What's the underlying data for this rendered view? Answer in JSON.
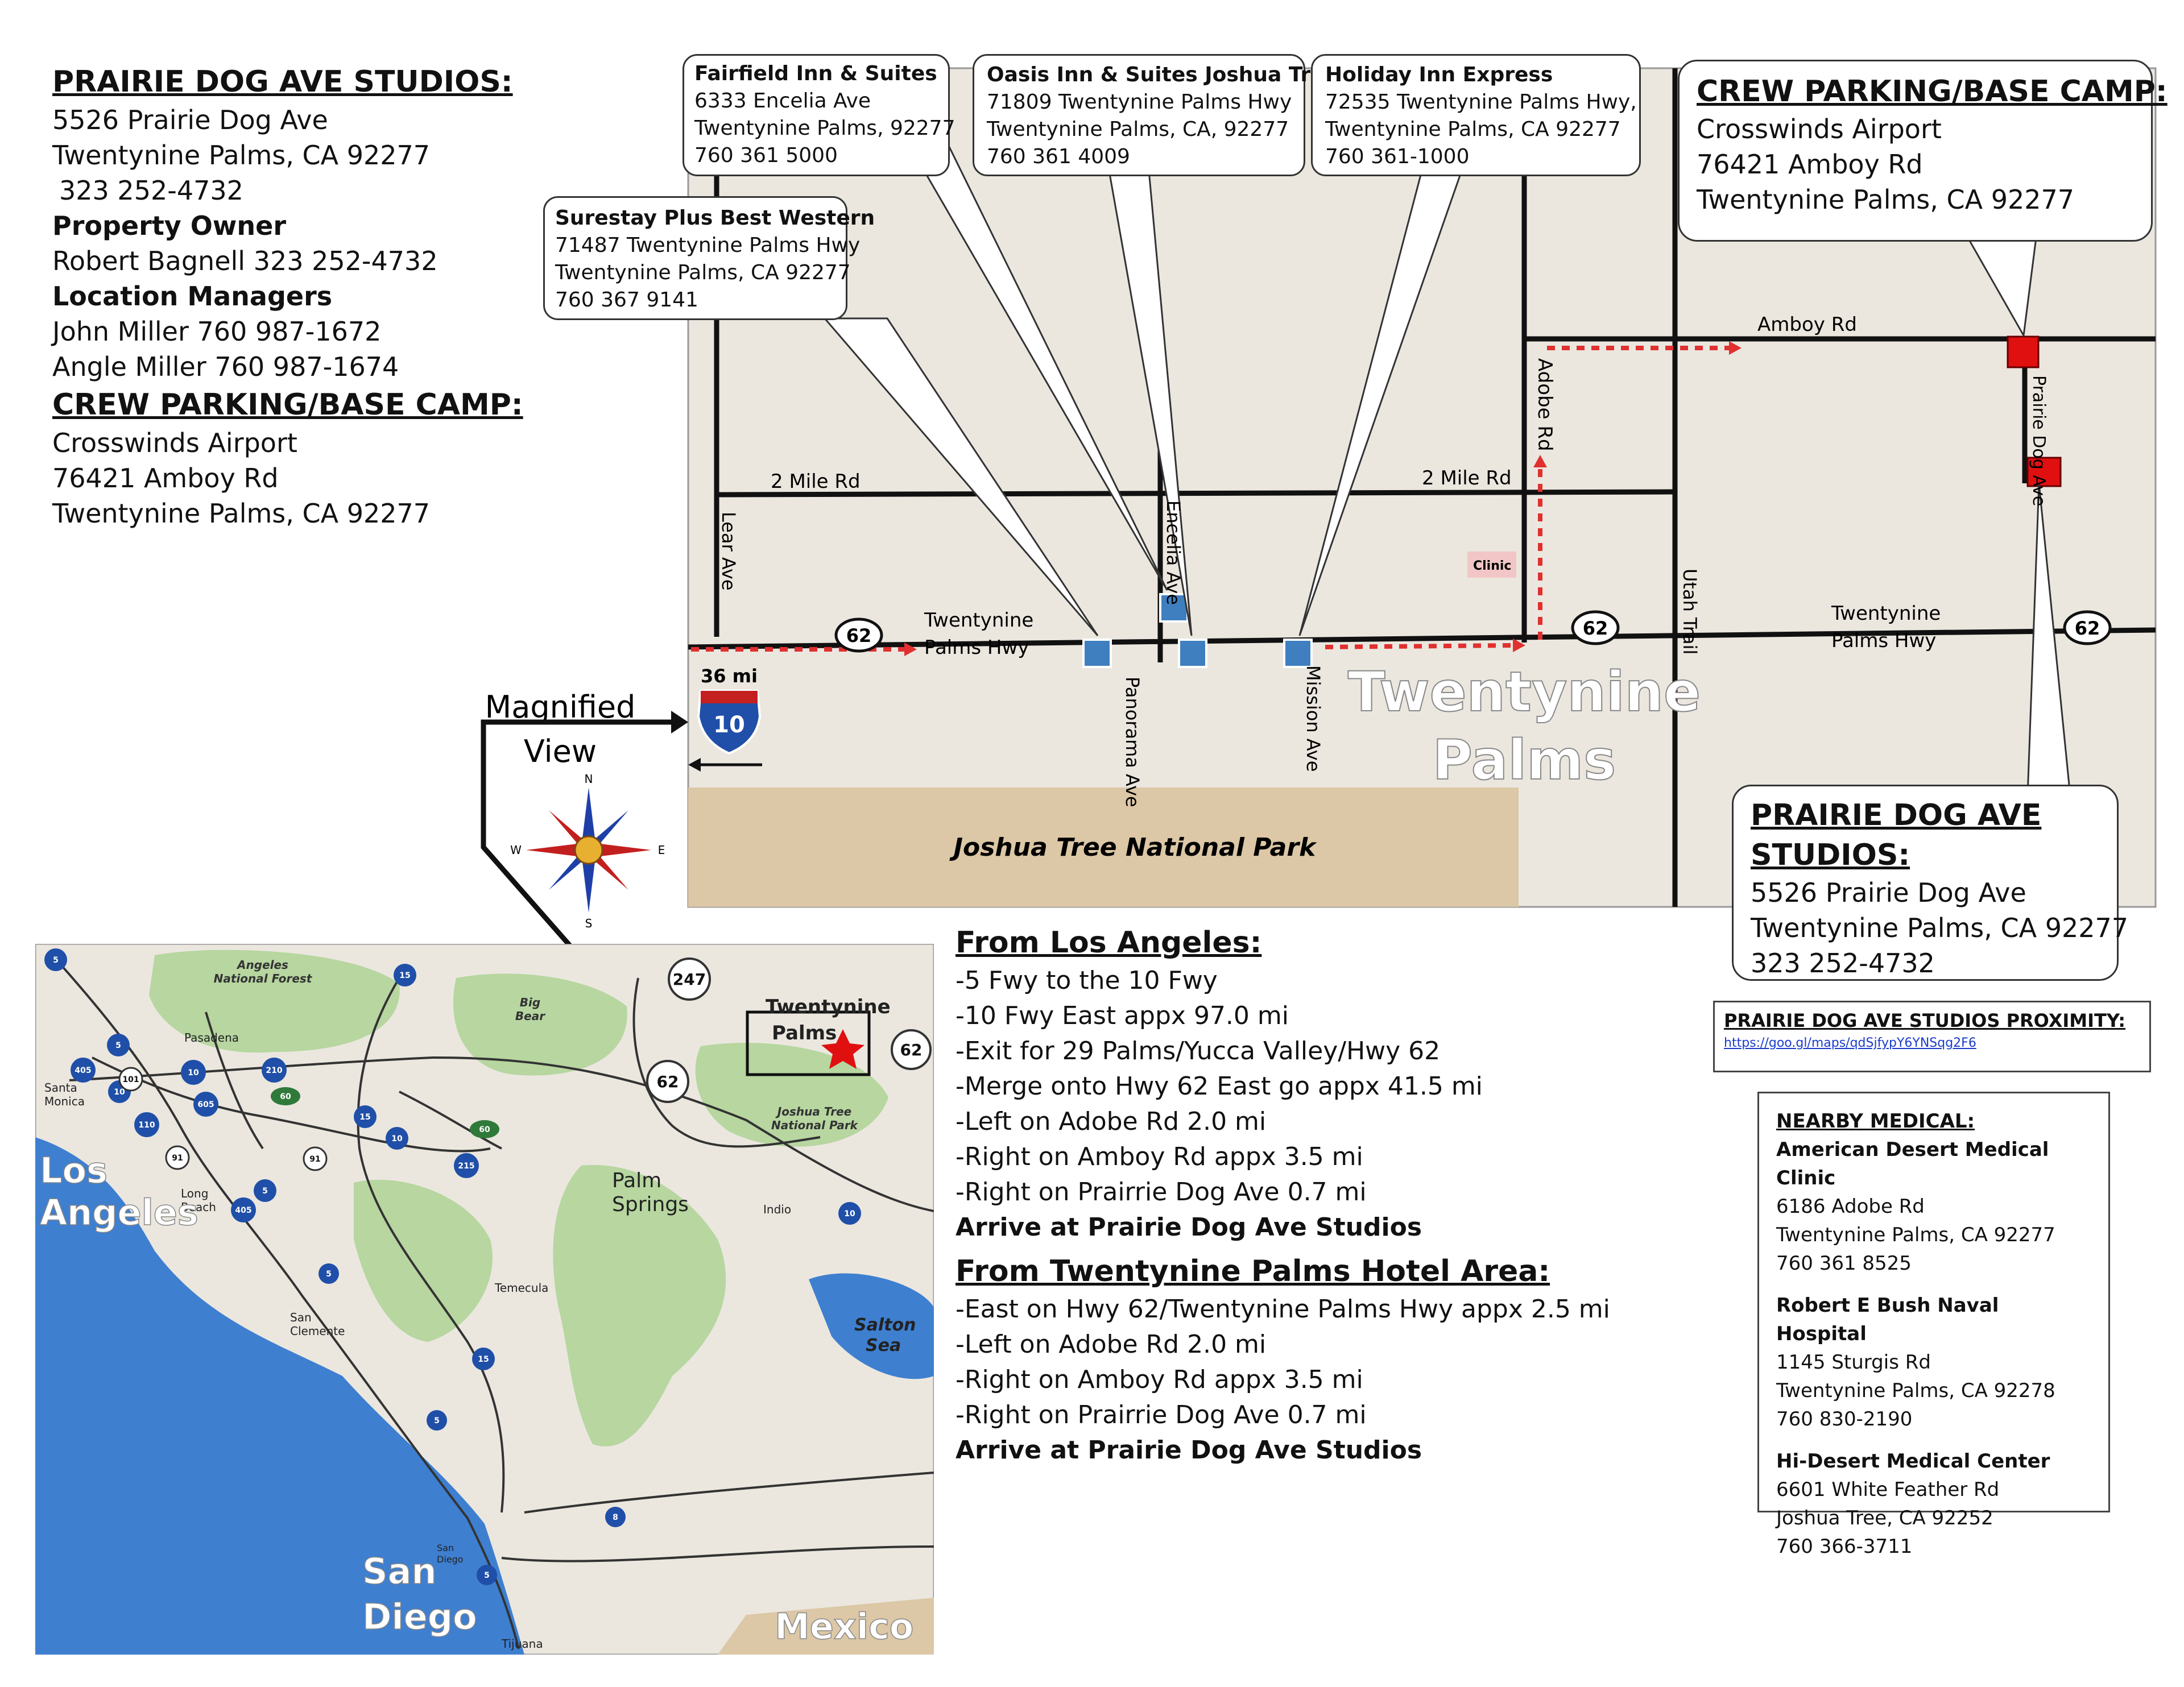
{
  "info": {
    "studio_title": "PRAIRIE DOG AVE STUDIOS:",
    "studio_address1": "5526 Prairie Dog Ave",
    "studio_address2": "Twentynine Palms, CA 92277",
    "studio_phone": "323 252-4732",
    "owner_label": "Property Owner",
    "owner": "Robert Bagnell 323 252-4732",
    "managers_label": "Location Managers",
    "manager1": "John Miller 760 987-1672",
    "manager2": "Angle Miller 760 987-1674",
    "crew_title": "CREW PARKING/BASE CAMP:",
    "crew_line1": "Crosswinds Airport",
    "crew_line2": "76421 Amboy Rd",
    "crew_line3": "Twentynine Palms, CA 92277"
  },
  "hotels": [
    {
      "name": "Fairfield Inn & Suites",
      "line1": "6333 Encelia Ave",
      "line2": "Twentynine Palms, 92277",
      "phone": "760 361 5000"
    },
    {
      "name": "Oasis Inn & Suites Joshua Tree",
      "line1": "71809 Twentynine Palms Hwy",
      "line2": "Twentynine Palms, CA, 92277",
      "phone": "760 361 4009"
    },
    {
      "name": "Holiday Inn Express",
      "line1": "72535 Twentynine Palms Hwy,",
      "line2": "Twentynine Palms, CA 92277",
      "phone": "760 361-1000"
    },
    {
      "name": "Surestay Plus Best Western",
      "line1": "71487 Twentynine Palms Hwy",
      "line2": "Twentynine Palms, CA 92277",
      "phone": "760 367 9141"
    }
  ],
  "crew_callout": {
    "title": "CREW PARKING/BASE CAMP:",
    "line1": "Crosswinds Airport",
    "line2": "76421 Amboy Rd",
    "line3": "Twentynine Palms, CA 92277"
  },
  "studio_callout": {
    "title1": "PRAIRIE DOG AVE",
    "title2": "STUDIOS:",
    "line1": "5526 Prairie Dog Ave",
    "line2": "Twentynine Palms, CA 92277",
    "line3": "323 252-4732"
  },
  "map_labels": {
    "two_mile_w": "2 Mile Rd",
    "two_mile_e": "2 Mile Rd",
    "amboy": "Amboy Rd",
    "adobe": "Adobe Rd",
    "lear": "Lear Ave",
    "encelia": "Encelia Ave",
    "panorama": "Panorama Ave",
    "mission": "Mission Ave",
    "utah": "Utah Trail",
    "prairie": "Prairie Dog Ave",
    "clinic": "Clinic",
    "hwy_w1": "Twentynine",
    "hwy_w2": "Palms Hwy",
    "hwy_e1": "Twentynine",
    "hwy_e2": "Palms Hwy",
    "city1": "Twentynine",
    "city2": "Palms",
    "park": "Joshua Tree National Park",
    "route62": "62",
    "dist36": "36 mi",
    "i10": "10",
    "magnified1": "Magnified",
    "magnified2": "View",
    "compass_n": "N",
    "compass_s": "S",
    "compass_e": "E",
    "compass_w": "W"
  },
  "region_labels": {
    "angeles_nf1": "Angeles",
    "angeles_nf2": "National Forest",
    "pasadena": "Pasadena",
    "santa_monica1": "Santa",
    "santa_monica2": "Monica",
    "los_angeles1": "Los",
    "los_angeles2": "Angeles",
    "long_beach1": "Long",
    "long_beach2": "Beach",
    "big_bear1": "Big",
    "big_bear2": "Bear",
    "tp1": "Twentynine",
    "tp2": "Palms",
    "jt1": "Joshua Tree",
    "jt2": "National Park",
    "palm_springs1": "Palm",
    "palm_springs2": "Springs",
    "indio": "Indio",
    "temecula": "Temecula",
    "san_clemente1": "San",
    "san_clemente2": "Clemente",
    "salton1": "Salton",
    "salton2": "Sea",
    "san_diego1": "San",
    "san_diego2": "Diego",
    "san_diego_small1": "San",
    "san_diego_small2": "Diego",
    "tijuana": "Tijuana",
    "mexico": "Mexico",
    "shields": [
      "5",
      "15",
      "247",
      "62",
      "62",
      "5",
      "405",
      "101",
      "210",
      "10",
      "10",
      "605",
      "60",
      "110",
      "91",
      "91",
      "15",
      "60",
      "10",
      "215",
      "5",
      "405",
      "10",
      "5",
      "15",
      "5",
      "8",
      "5"
    ]
  },
  "directions": {
    "la_title": "From Los Angeles:",
    "la_steps": [
      "-5 Fwy to the 10 Fwy",
      "-10 Fwy East appx 97.0 mi",
      "-Exit for 29 Palms/Yucca Valley/Hwy 62",
      "-Merge onto Hwy 62 East go appx 41.5 mi",
      "-Left on Adobe Rd 2.0 mi",
      "-Right on Amboy Rd appx 3.5 mi",
      "-Right on Prairrie Dog Ave 0.7 mi"
    ],
    "la_arrive": "Arrive at Prairie Dog Ave Studios",
    "hotel_title": "From Twentynine Palms Hotel Area:",
    "hotel_steps": [
      "-East on Hwy 62/Twentynine Palms Hwy appx 2.5 mi",
      "-Left on Adobe Rd 2.0 mi",
      "-Right on Amboy Rd appx 3.5 mi",
      "-Right on Prairrie Dog Ave 0.7 mi"
    ],
    "hotel_arrive": "Arrive at Prairie Dog Ave Studios"
  },
  "proximity": {
    "title": "PRAIRIE DOG AVE STUDIOS PROXIMITY:",
    "url": "https://goo.gl/maps/qdSjfypY6YNSqg2F6"
  },
  "medical": {
    "title": "NEARBY MEDICAL:",
    "items": [
      {
        "name": "American Desert Medical Clinic",
        "line1": "6186 Adobe Rd",
        "line2": "Twentynine Palms, CA 92277",
        "phone": "760 361 8525"
      },
      {
        "name": "Robert E Bush Naval Hospital",
        "line1": "1145 Sturgis Rd",
        "line2": "Twentynine Palms, CA 92278",
        "phone": "760 830-2190"
      },
      {
        "name": "Hi-Desert Medical Center",
        "line1": "6601 White Feather Rd",
        "line2": "Joshua Tree, CA 92252",
        "phone": "760 366-3711"
      }
    ]
  },
  "colors": {
    "land": "#ebe7df",
    "park": "#dcc7a6",
    "forest": "#b7d6a0",
    "ocean": "#3e7fd0",
    "route": "#e03030",
    "marker": "#e01010",
    "hotel": "#3f7fc0"
  }
}
